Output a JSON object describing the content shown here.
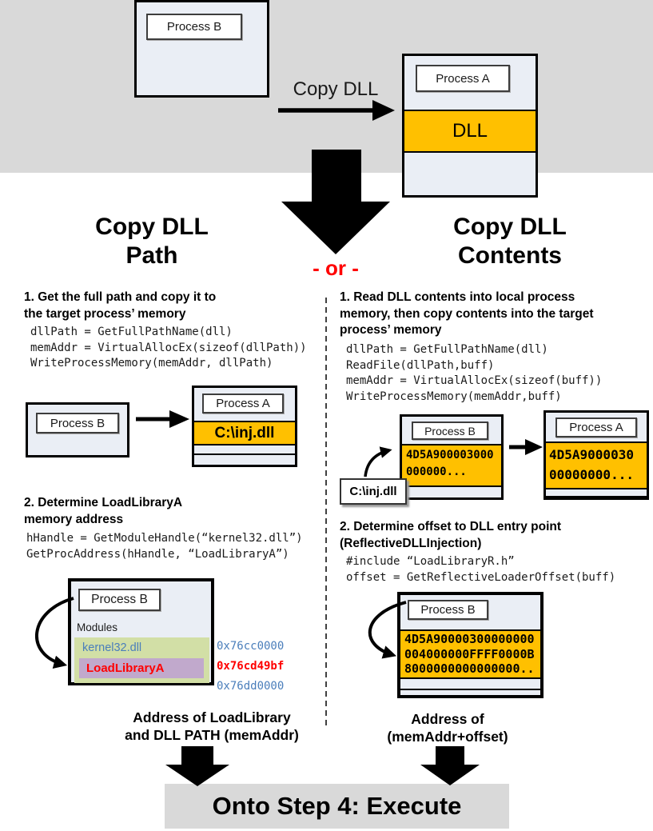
{
  "title": "Step 3 Expanded",
  "colors": {
    "band_gray": "#D9D9D9",
    "process_fill": "#EAEEF5",
    "orange": "#FFC000",
    "modules_green": "#D2DFA6",
    "function_purple": "#C1A9CC",
    "address_blue": "#4a7ebb",
    "highlight_red": "#FF0000"
  },
  "overview": {
    "process_b": "Process B",
    "copy_dll_arrow_label": "Copy DLL",
    "process_a": "Process A",
    "dll_band": "DLL"
  },
  "divider": {
    "or_label": "- or -"
  },
  "left_column": {
    "title": "Copy DLL\nPath",
    "step1": {
      "heading": "1. Get the full path and copy it to\nthe target process’ memory",
      "code": "dllPath = GetFullPathName(dll)\nmemAddr = VirtualAllocEx(sizeof(dllPath))\nWriteProcessMemory(memAddr, dllPath)"
    },
    "diagram1": {
      "process_b": "Process B",
      "process_a": "Process A",
      "dll_path": "C:\\inj.dll"
    },
    "step2": {
      "heading": "2. Determine LoadLibraryA\nmemory address",
      "code": "hHandle = GetModuleHandle(“kernel32.dll”)\nGetProcAddress(hHandle, “LoadLibraryA”)"
    },
    "diagram2": {
      "process_b": "Process B",
      "modules_label": "Modules",
      "module_name": "kernel32.dll",
      "function_name": "LoadLibraryA",
      "addresses": [
        {
          "value": "0x76cc0000",
          "color": "blue"
        },
        {
          "value": "0x76cd49bf",
          "color": "red"
        },
        {
          "value": "0x76dd0000",
          "color": "blue"
        }
      ]
    },
    "result_label": "Address of LoadLibrary\nand DLL PATH (memAddr)"
  },
  "right_column": {
    "title": "Copy DLL\nContents",
    "step1": {
      "heading": "1. Read DLL contents into local process\nmemory, then copy contents into the target\nprocess’ memory",
      "code": "dllPath = GetFullPathName(dll)\nReadFile(dllPath,buff)\nmemAddr = VirtualAllocEx(sizeof(buff))\nWriteProcessMemory(memAddr,buff)"
    },
    "diagram1": {
      "dll_path_label": "C:\\inj.dll",
      "process_b": "Process B",
      "process_b_hex": "4D5A900003000\n000000...",
      "process_a": "Process A",
      "process_a_hex": "4D5A9000030\n00000000..."
    },
    "step2": {
      "heading": "2. Determine offset to DLL entry point\n(ReflectiveDLLInjection)",
      "code": "#include “LoadLibraryR.h”\noffset = GetReflectiveLoaderOffset(buff)"
    },
    "diagram2": {
      "process_b": "Process B",
      "hex": "4D5A90000300000000\n004000000FFFF0000B\n8000000000000000.."
    },
    "result_label": "Address of\n(memAddr+offset)"
  },
  "footer": {
    "label": "Onto Step 4: Execute"
  }
}
